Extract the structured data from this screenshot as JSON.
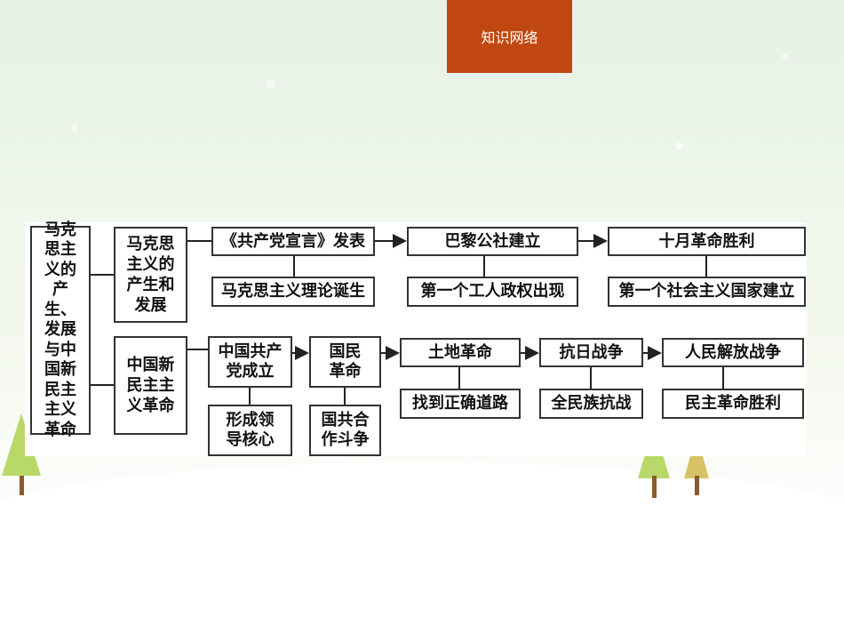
{
  "header": {
    "badge_label": "知识网络"
  },
  "diagram": {
    "root": "马克思主义的产生、发展与中国新民主主义革命",
    "branch_marxism": {
      "label": "马克思主义的产生和发展",
      "top": [
        "《共产党宣言》发表",
        "巴黎公社建立",
        "十月革命胜利"
      ],
      "bottom": [
        "马克思主义理论诞生",
        "第一个工人政权出现",
        "第一个社会主义国家建立"
      ]
    },
    "branch_china": {
      "label": "中国新民主主义革命",
      "top": [
        "中国共产党成立",
        "国民革命",
        "土地革命",
        "抗日战争",
        "人民解放战争"
      ],
      "bottom": [
        "形成领导核心",
        "国共合作斗争",
        "找到正确道路",
        "全民族抗战",
        "民主革命胜利"
      ]
    }
  }
}
